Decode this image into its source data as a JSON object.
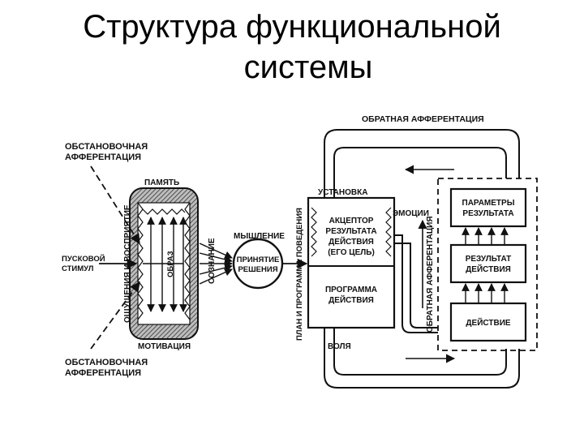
{
  "title": {
    "line1": "Структура функциональной",
    "line2": "системы"
  },
  "diagram": {
    "labels": {
      "obstanovochnaya_top": [
        "ОБСТАНОВОЧНАЯ",
        "АФФЕРЕНТАЦИЯ"
      ],
      "obstanovochnaya_bottom": [
        "ОБСТАНОВОЧНАЯ",
        "АФФЕРЕНТАЦИЯ"
      ],
      "puskovoy": [
        "ПУСКОВОЙ",
        "СТИМУЛ"
      ],
      "pamyat": "ПАМЯТЬ",
      "motivatsiya": "МОТИВАЦИЯ",
      "oshchushcheniya": "ОЩУЩЕНИЯ И ВОСПРИЯТИЕ",
      "obraz": "ОБРАЗ",
      "soznanie": "СОЗНАНИЕ",
      "myshlenie": "МЫШЛЕНИЕ",
      "prinyatie": [
        "ПРИНЯТИЕ",
        "РЕШЕНИЯ"
      ],
      "plan": "ПЛАН И ПРОГРАММА ПОВЕДЕНИЯ",
      "ustanovka": "УСТАНОВКА",
      "emotsii": "ЭМОЦИИ",
      "akceptor": [
        "АКЦЕПТОР",
        "РЕЗУЛЬТАТА",
        "ДЕЙСТВИЯ",
        "(ЕГО ЦЕЛЬ)"
      ],
      "programma": [
        "ПРОГРАММА",
        "ДЕЙСТВИЯ"
      ],
      "volya": "ВОЛЯ",
      "obratnaya_top": "ОБРАТНАЯ АФФЕРЕНТАЦИЯ",
      "obratnaya_vert": "ОБРАТНАЯ АФФЕРЕНТАЦИЯ",
      "parametry": [
        "ПАРАМЕТРЫ",
        "РЕЗУЛЬТАТА"
      ],
      "rezultat": [
        "РЕЗУЛЬТАТ",
        "ДЕЙСТВИЯ"
      ],
      "deystvie": "ДЕЙСТВИЕ"
    }
  }
}
